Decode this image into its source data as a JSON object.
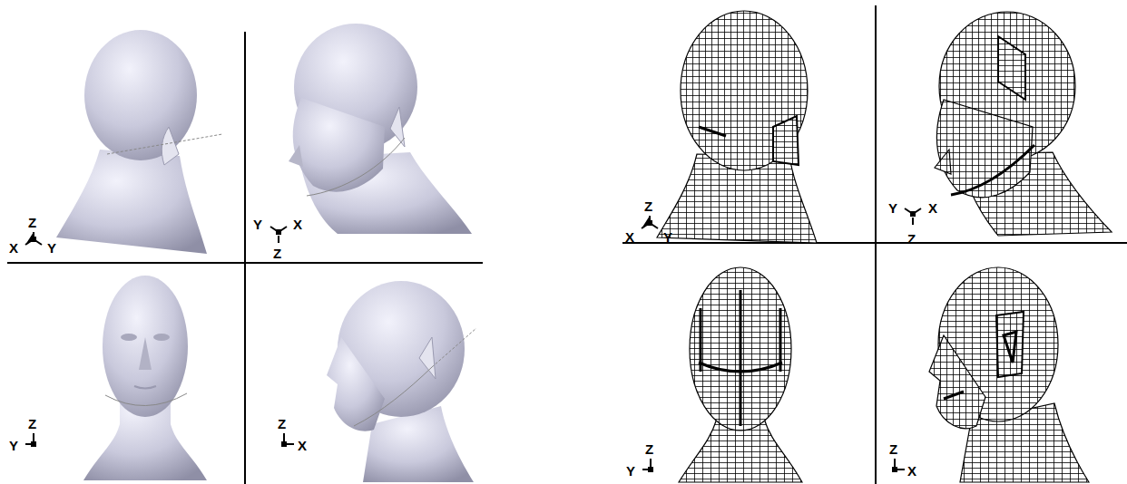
{
  "diagram": {
    "labels": [
      "Z",
      "X",
      "Y",
      "Y",
      "X",
      "Z",
      "Z",
      "Y",
      "Z",
      "X",
      "Z",
      "X",
      "Y",
      "Y",
      "X",
      "Z",
      "Z",
      "Y",
      "Z",
      "X"
    ]
  }
}
